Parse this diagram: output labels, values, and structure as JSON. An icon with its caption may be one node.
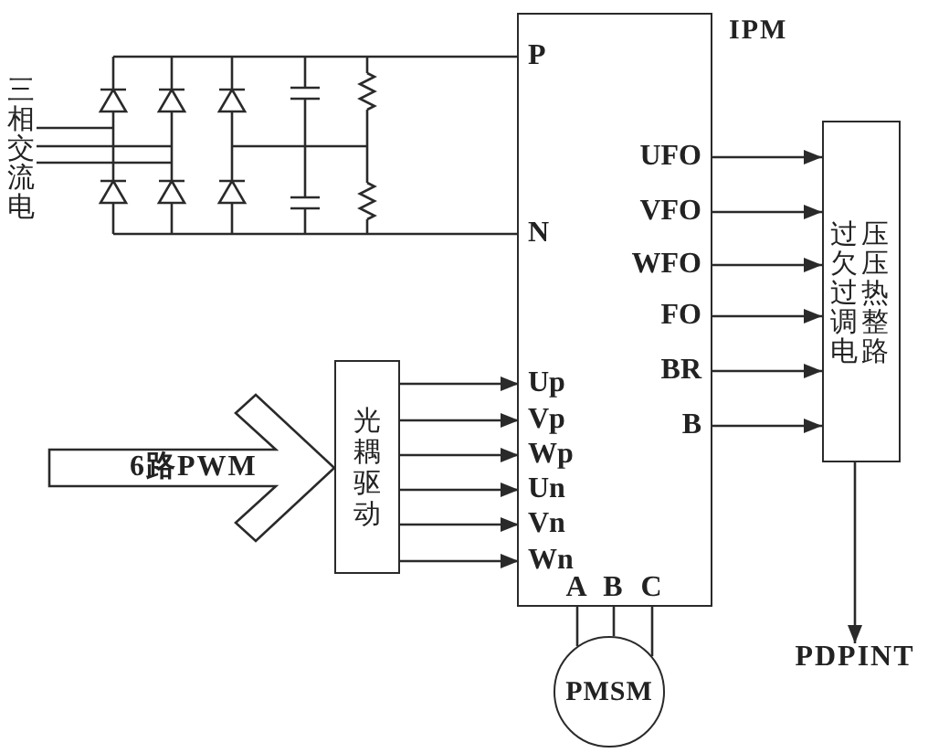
{
  "diagram": {
    "nodes": [
      {
        "text": [
          "三相交流电"
        ]
      },
      {
        "text": [],
        "shape": "picture"
      },
      {
        "text": [
          "IPM"
        ]
      },
      {
        "text": [
          "P"
        ],
        "in": 2
      },
      {
        "text": [
          "N"
        ],
        "in": 2
      },
      {
        "text": [
          "UFO"
        ],
        "in": 2
      },
      {
        "text": [
          "VFO"
        ],
        "in": 2
      },
      {
        "text": [
          "WFO"
        ],
        "in": 2
      },
      {
        "text": [
          "FO"
        ],
        "in": 2
      },
      {
        "text": [
          "BR"
        ],
        "in": 2
      },
      {
        "text": [
          "B"
        ],
        "in": 2
      },
      {
        "text": [
          "过压欠压过热调整电路"
        ]
      },
      {
        "text": [
          "光耦驱动"
        ]
      },
      {
        "text": [
          "Up"
        ],
        "in": 2
      },
      {
        "text": [
          "Vp"
        ],
        "in": 2
      },
      {
        "text": [
          "Wp"
        ],
        "in": 2
      },
      {
        "text": [
          "Un"
        ],
        "in": 2
      },
      {
        "text": [
          "Vn"
        ],
        "in": 2
      },
      {
        "text": [
          "Wn"
        ],
        "in": 2
      },
      {
        "text": [
          "A"
        ],
        "in": 2
      },
      {
        "text": [
          "B"
        ],
        "in": 2
      },
      {
        "text": [
          "C"
        ],
        "in": 2
      },
      {
        "text": [
          "PMSM"
        ]
      },
      {
        "text": [
          "PDPINT"
        ]
      }
    ],
    "edges": [
      {
        "from": 0,
        "to": 1,
        "arrow": "none"
      },
      {
        "from": 0,
        "to": 1,
        "arrow": "none"
      },
      {
        "from": 0,
        "to": 1,
        "arrow": "none"
      },
      {
        "from": 1,
        "to": 3,
        "arrow": "none"
      },
      {
        "from": 1,
        "to": 4,
        "arrow": "none"
      },
      {
        "from": 5,
        "to": 11,
        "arrow": "to"
      },
      {
        "from": 6,
        "to": 11,
        "arrow": "to"
      },
      {
        "from": 7,
        "to": 11,
        "arrow": "to"
      },
      {
        "from": 8,
        "to": 11,
        "arrow": "to"
      },
      {
        "from": 9,
        "to": 11,
        "arrow": "to"
      },
      {
        "from": 10,
        "to": 11,
        "arrow": "to"
      },
      {
        "from": null,
        "to": 12,
        "arrow": "to",
        "label": "6路PWM",
        "style": "thick"
      },
      {
        "from": 12,
        "to": 13,
        "arrow": "to"
      },
      {
        "from": 12,
        "to": 14,
        "arrow": "to"
      },
      {
        "from": 12,
        "to": 15,
        "arrow": "to"
      },
      {
        "from": 12,
        "to": 16,
        "arrow": "to"
      },
      {
        "from": 12,
        "to": 17,
        "arrow": "to"
      },
      {
        "from": 12,
        "to": 18,
        "arrow": "to"
      },
      {
        "from": 19,
        "to": 22,
        "arrow": "none"
      },
      {
        "from": 20,
        "to": 22,
        "arrow": "none"
      },
      {
        "from": 21,
        "to": 22,
        "arrow": "none"
      },
      {
        "from": 11,
        "to": 23,
        "arrow": "to"
      }
    ]
  }
}
